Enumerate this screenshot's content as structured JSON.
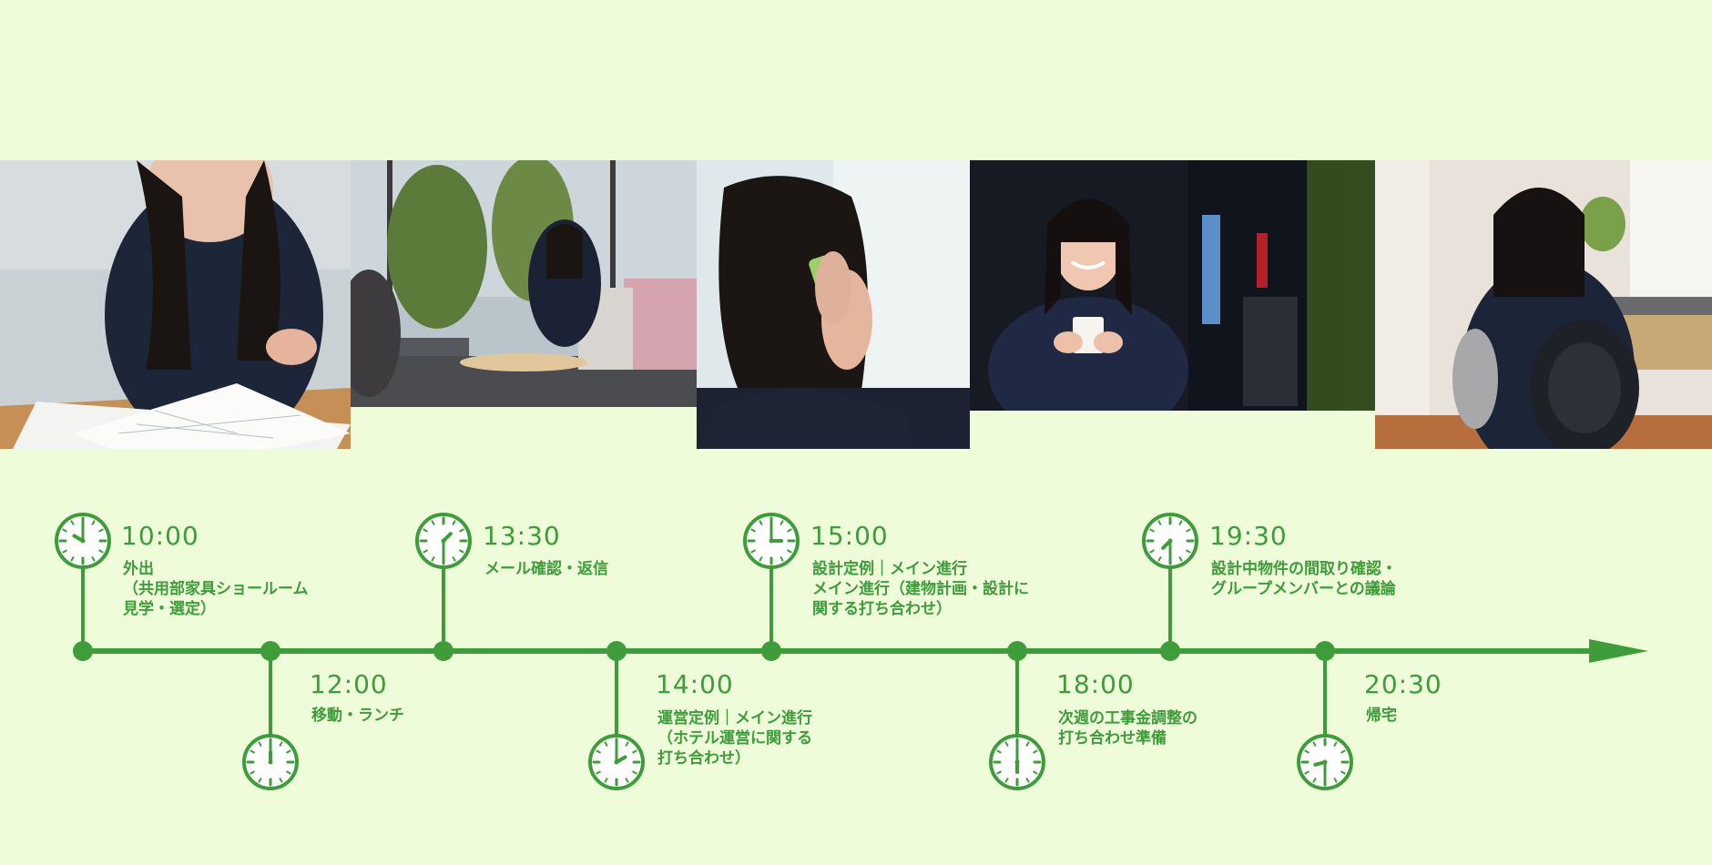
{
  "colors": {
    "background": "#effcd9",
    "accent": "#3e9c3a"
  },
  "photos": [
    {
      "subject": "woman reviewing drawings at a desk"
    },
    {
      "subject": "woman talking on a sofa in a lounge"
    },
    {
      "subject": "woman on a phone call by a window"
    },
    {
      "subject": "woman holding a cup by a coffee machine"
    },
    {
      "subject": "woman with a backpack walking away"
    }
  ],
  "timeline": {
    "events": [
      {
        "time": "10:00",
        "lines": [
          "外出",
          "（共用部家具ショールーム",
          "見学・選定）"
        ],
        "icon": "clock-icon"
      },
      {
        "time": "12:00",
        "lines": [
          "移動・ランチ"
        ],
        "icon": "clock-icon"
      },
      {
        "time": "13:30",
        "lines": [
          "メール確認・返信"
        ],
        "icon": "clock-icon"
      },
      {
        "time": "14:00",
        "lines": [
          "運営定例｜メイン進行",
          "（ホテル運営に関する",
          "打ち合わせ）"
        ],
        "icon": "clock-icon"
      },
      {
        "time": "15:00",
        "lines": [
          "設計定例｜メイン進行",
          "メイン進行（建物計画・設計に",
          "関する打ち合わせ）"
        ],
        "icon": "clock-icon"
      },
      {
        "time": "18:00",
        "lines": [
          "次週の工事金調整の",
          "打ち合わせ準備"
        ],
        "icon": "clock-icon"
      },
      {
        "time": "19:30",
        "lines": [
          "設計中物件の間取り確認・",
          "グループメンバーとの議論"
        ],
        "icon": "clock-icon"
      },
      {
        "time": "20:30",
        "lines": [
          "帰宅"
        ],
        "icon": "clock-icon"
      }
    ]
  }
}
